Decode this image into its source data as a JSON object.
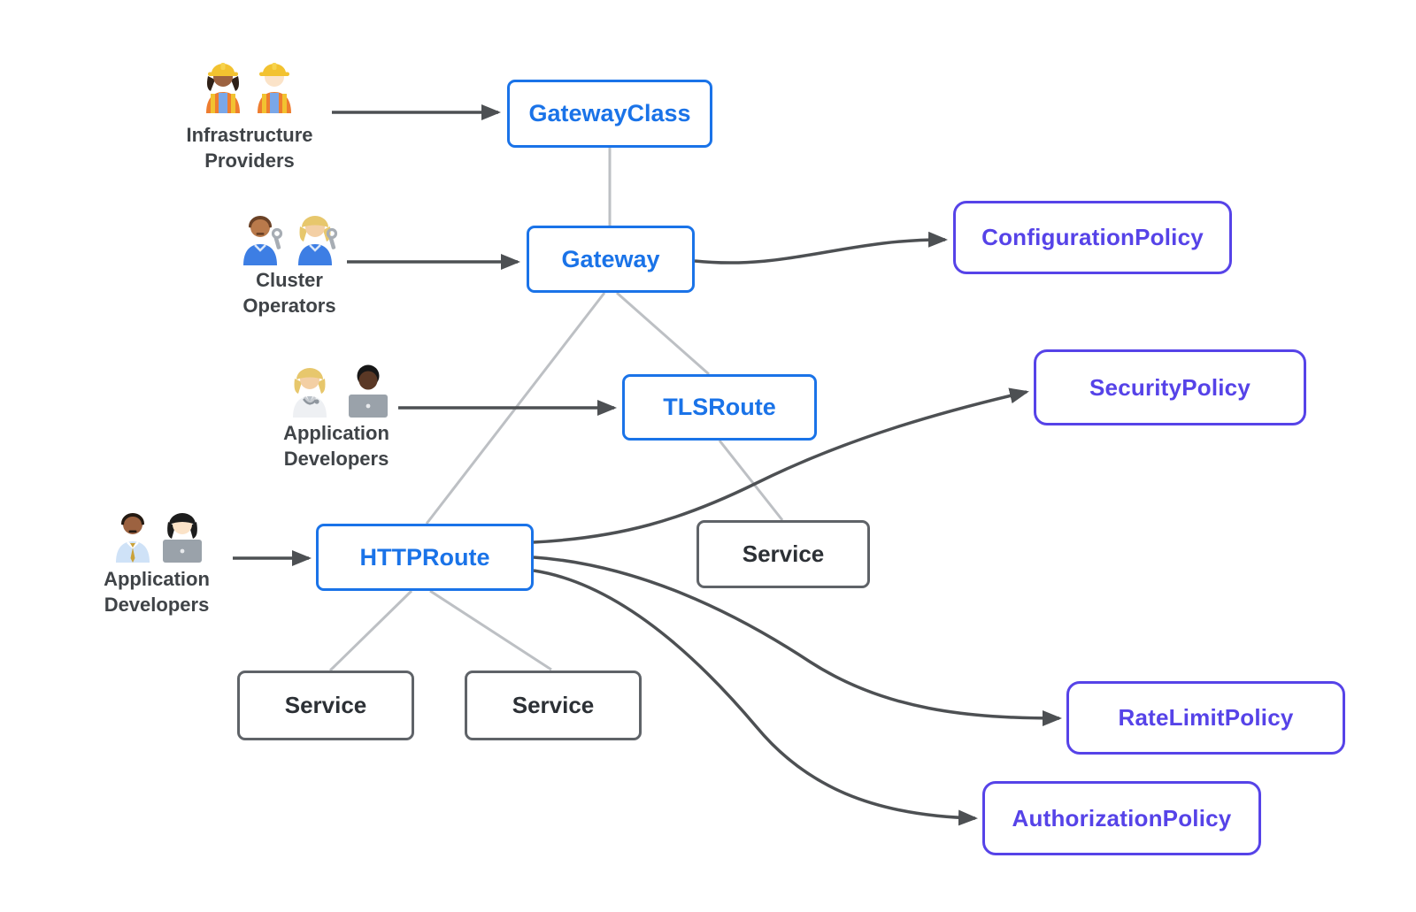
{
  "diagram": {
    "kind": "gateway-api-resource-model",
    "background": "#ffffff"
  },
  "colors": {
    "resource_blue": "#1a73e8",
    "policy_purple": "#5643e8",
    "service_gray": "#5f6368",
    "relation_line": "#bdc0c4",
    "arrow_dark": "#4d5053",
    "persona_label_text": "#3f4347"
  },
  "personas": {
    "infrastructure_providers": {
      "icons": [
        "woman-construction-worker",
        "man-construction-worker"
      ],
      "label_line1": "Infrastructure",
      "label_line2": "Providers"
    },
    "cluster_operators": {
      "icons": [
        "man-mechanic",
        "woman-mechanic"
      ],
      "label_line1": "Cluster",
      "label_line2": "Operators"
    },
    "application_developers_tls": {
      "icons": [
        "health-worker",
        "technologist"
      ],
      "label_line1": "Application",
      "label_line2": "Developers"
    },
    "application_developers_http": {
      "icons": [
        "office-worker",
        "woman-technologist"
      ],
      "label_line1": "Application",
      "label_line2": "Developers"
    }
  },
  "nodes": {
    "gateway_class": {
      "label": "GatewayClass",
      "type": "gateway-api-resource"
    },
    "gateway": {
      "label": "Gateway",
      "type": "gateway-api-resource"
    },
    "tls_route": {
      "label": "TLSRoute",
      "type": "gateway-api-resource"
    },
    "http_route": {
      "label": "HTTPRoute",
      "type": "gateway-api-resource"
    },
    "service_tls": {
      "label": "Service",
      "type": "kubernetes-service"
    },
    "service_http_left": {
      "label": "Service",
      "type": "kubernetes-service"
    },
    "service_http_mid": {
      "label": "Service",
      "type": "kubernetes-service"
    },
    "configuration_policy": {
      "label": "ConfigurationPolicy",
      "type": "policy"
    },
    "security_policy": {
      "label": "SecurityPolicy",
      "type": "policy"
    },
    "rate_limit_policy": {
      "label": "RateLimitPolicy",
      "type": "policy"
    },
    "authorization_policy": {
      "label": "AuthorizationPolicy",
      "type": "policy"
    }
  },
  "edges": [
    {
      "from": "Infrastructure Providers",
      "to": "GatewayClass",
      "style": "dark-arrow"
    },
    {
      "from": "Cluster Operators",
      "to": "Gateway",
      "style": "dark-arrow"
    },
    {
      "from": "Application Developers",
      "to": "TLSRoute",
      "style": "dark-arrow"
    },
    {
      "from": "Application Developers",
      "to": "HTTPRoute",
      "style": "dark-arrow"
    },
    {
      "from": "GatewayClass",
      "to": "Gateway",
      "style": "gray-line"
    },
    {
      "from": "Gateway",
      "to": "HTTPRoute",
      "style": "gray-line"
    },
    {
      "from": "Gateway",
      "to": "TLSRoute",
      "style": "gray-line"
    },
    {
      "from": "TLSRoute",
      "to": "Service",
      "style": "gray-line"
    },
    {
      "from": "HTTPRoute",
      "to": "Service (left)",
      "style": "gray-line"
    },
    {
      "from": "HTTPRoute",
      "to": "Service (middle)",
      "style": "gray-line"
    },
    {
      "from": "Gateway",
      "to": "ConfigurationPolicy",
      "style": "dark-arrow"
    },
    {
      "from": "HTTPRoute",
      "to": "SecurityPolicy",
      "style": "dark-arrow"
    },
    {
      "from": "HTTPRoute",
      "to": "RateLimitPolicy",
      "style": "dark-arrow"
    },
    {
      "from": "HTTPRoute",
      "to": "AuthorizationPolicy",
      "style": "dark-arrow"
    }
  ]
}
